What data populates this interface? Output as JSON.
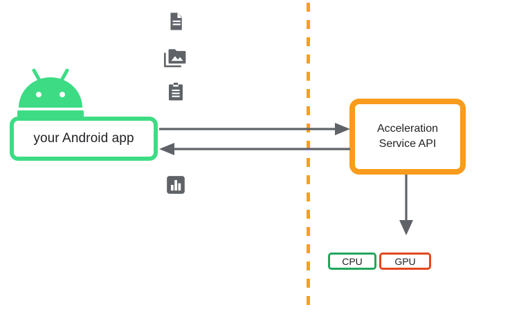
{
  "diagram": {
    "title": "Acceleration Service architecture",
    "background_color": "#ffffff",
    "colors": {
      "android_green": "#3DDC84",
      "app_border_green": "#3DDC84",
      "api_border_orange": "#F99B1C",
      "divider_orange": "#FB9F1C",
      "arrow_gray": "#5F6368",
      "icon_gray": "#5F6368",
      "cpu_border_green": "#21A65A",
      "gpu_border_red": "#E1471D",
      "text_color": "#202124"
    }
  },
  "client_side": {
    "robot_icon_name": "android-robot-icon",
    "app_box": {
      "label": "your Android app"
    },
    "data_icons": [
      {
        "icon": "document-icon",
        "label": "document"
      },
      {
        "icon": "photo-library-icon",
        "label": "images"
      },
      {
        "icon": "clipboard-icon",
        "label": "clipboard"
      },
      {
        "icon": "bar-chart-icon",
        "label": "analytics"
      }
    ]
  },
  "divider": {
    "icon": "dashed-boundary-divider",
    "style": "dashed",
    "orientation": "vertical"
  },
  "service_side": {
    "api_box": {
      "line1": "Acceleration",
      "line2": "Service API"
    },
    "accelerators": [
      {
        "label": "CPU",
        "border_color": "#21A65A"
      },
      {
        "label": "GPU",
        "border_color": "#E1471D"
      }
    ]
  },
  "connectors": [
    {
      "name": "request-arrow",
      "direction": "right",
      "from": "your Android app",
      "to": "Acceleration Service API"
    },
    {
      "name": "response-arrow",
      "direction": "left",
      "from": "Acceleration Service API",
      "to": "your Android app"
    },
    {
      "name": "delegate-arrow",
      "direction": "down",
      "from": "Acceleration Service API",
      "to": "CPU / GPU"
    }
  ]
}
